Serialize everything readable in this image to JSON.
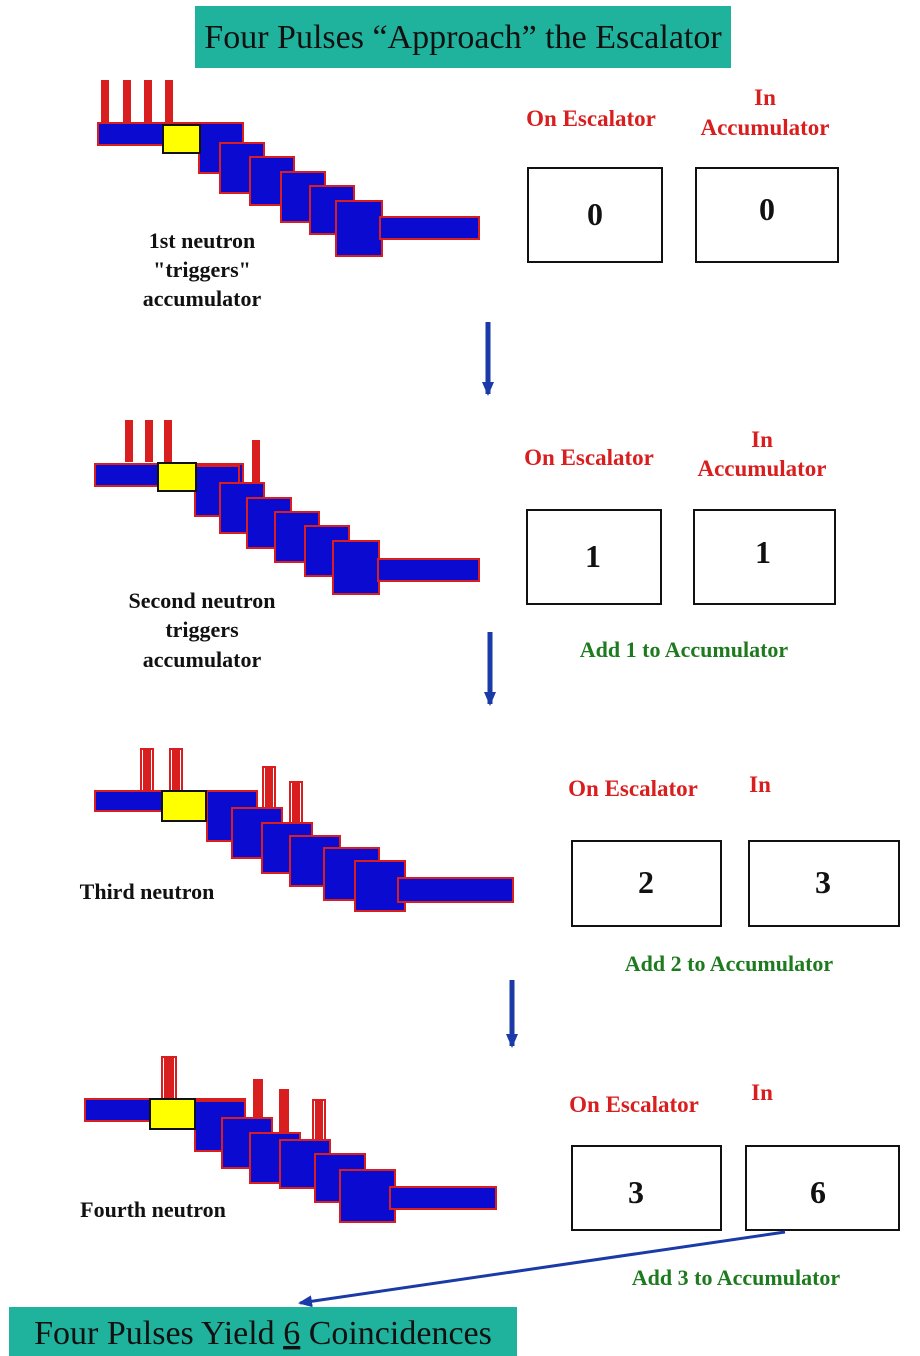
{
  "title": "Four Pulses “Approach” the Escalator",
  "footer": {
    "before": "Four Pulses Yield ",
    "number": "6",
    "after": " Coincidences"
  },
  "colors": {
    "banner": "#1fb39d",
    "track": "#0a0ad0",
    "outline": "#d81e1e",
    "accumulator": "#ffff00",
    "label_red": "#d81e1e",
    "label_green": "#1e7a1e",
    "arrow": "#1a3aa8"
  },
  "stages": [
    {
      "caption": [
        "1st neutron",
        "\"triggers\"",
        "accumulator"
      ],
      "escalator_label": "On Escalator",
      "accumulator_label": [
        "In",
        "Accumulator"
      ],
      "on_escalator": "0",
      "in_accumulator": "0",
      "note": ""
    },
    {
      "caption": [
        "Second neutron",
        "triggers",
        "accumulator"
      ],
      "escalator_label": "On Escalator",
      "accumulator_label": [
        "In",
        "Accumulator"
      ],
      "on_escalator": "1",
      "in_accumulator": "1",
      "note": "Add 1 to Accumulator"
    },
    {
      "caption": [
        "Third neutron"
      ],
      "escalator_label": "On Escalator",
      "accumulator_label": [
        "In"
      ],
      "on_escalator": "2",
      "in_accumulator": "3",
      "note": "Add 2 to Accumulator"
    },
    {
      "caption": [
        "Fourth neutron"
      ],
      "escalator_label": "On Escalator",
      "accumulator_label": [
        "In"
      ],
      "on_escalator": "3",
      "in_accumulator": "6",
      "note": "Add 3 to Accumulator"
    }
  ]
}
